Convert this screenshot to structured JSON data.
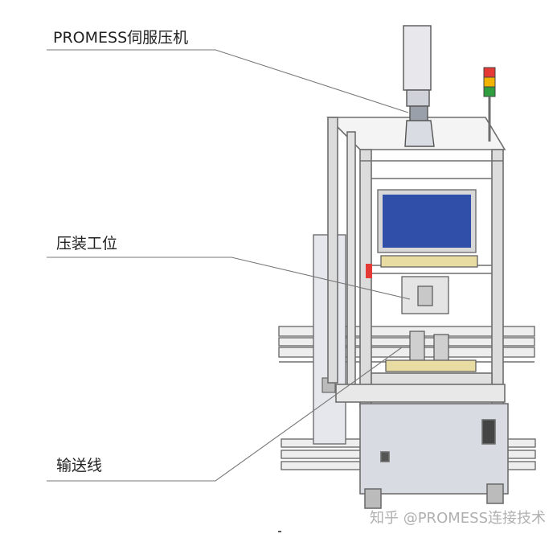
{
  "labels": {
    "press": "PROMESS伺服压机",
    "station": "压装工位",
    "conveyor": "输送线"
  },
  "watermark": "知乎 @PROMESS连接技术",
  "colors": {
    "frame": "#6e6e6e",
    "screen": "#2f4fa8",
    "plate": "#e9dca2",
    "cabinet": "#d9dbe2",
    "signal_red": "#e53935",
    "signal_amber": "#f2b400",
    "signal_green": "#2e9e3e"
  }
}
